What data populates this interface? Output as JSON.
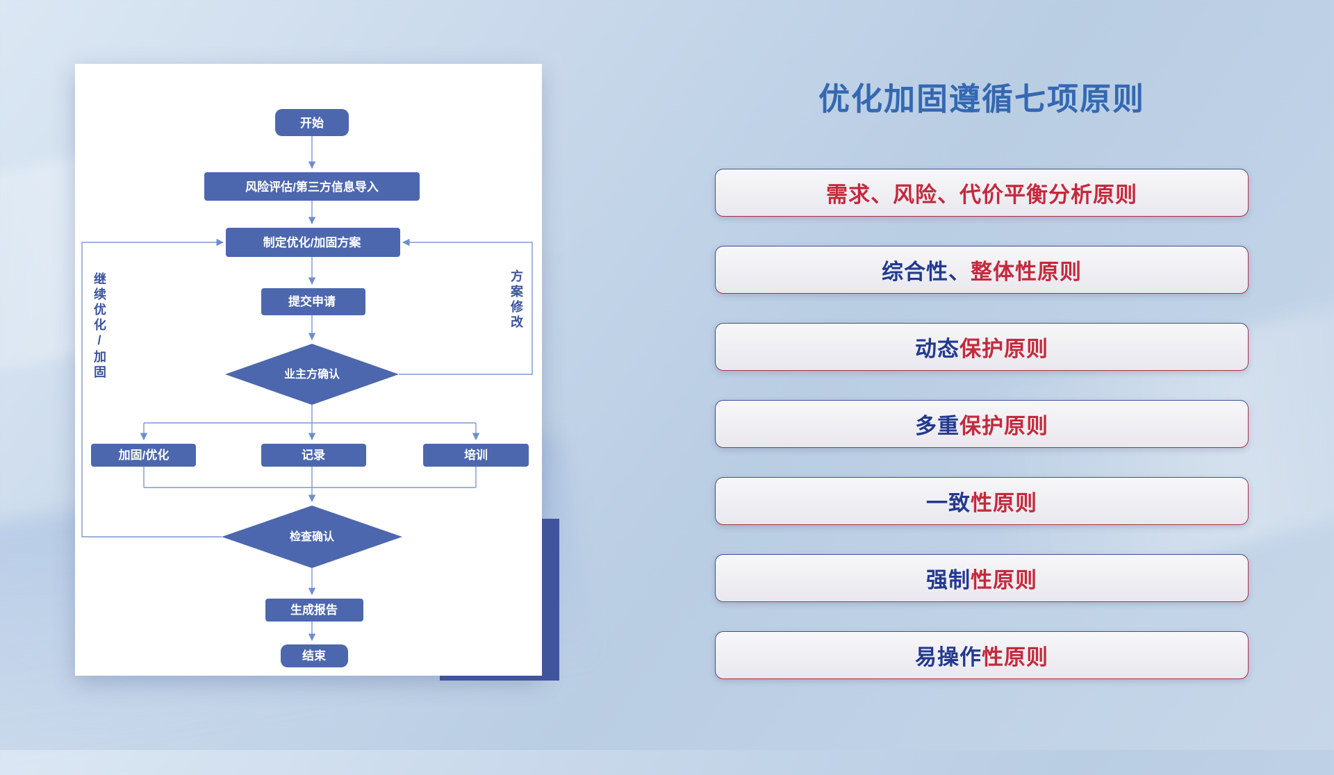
{
  "title": "优化加固遵循七项原则",
  "flowchart": {
    "nodes": {
      "start": {
        "label": "开始"
      },
      "risk": {
        "label": "风险评估/第三方信息导入"
      },
      "plan": {
        "label": "制定优化/加固方案"
      },
      "submit": {
        "label": "提交申请"
      },
      "owner_confirm": {
        "label": "业主方确认"
      },
      "harden": {
        "label": "加固/优化"
      },
      "record": {
        "label": "记录"
      },
      "training": {
        "label": "培训"
      },
      "check_confirm": {
        "label": "检查确认"
      },
      "report": {
        "label": "生成报告"
      },
      "end": {
        "label": "结束"
      }
    },
    "edge_labels": {
      "continue_loop": "继续优化/加固",
      "plan_revision": "方案修改"
    }
  },
  "principles": [
    {
      "segments": [
        {
          "text": "需求、风险、代价平衡分析原则",
          "color": "red"
        }
      ]
    },
    {
      "segments": [
        {
          "text": "综合性、",
          "color": "blue"
        },
        {
          "text": "整体性原则",
          "color": "red"
        }
      ]
    },
    {
      "segments": [
        {
          "text": "动态",
          "color": "blue"
        },
        {
          "text": "保护原则",
          "color": "red"
        }
      ]
    },
    {
      "segments": [
        {
          "text": "多重",
          "color": "blue"
        },
        {
          "text": "保护原则",
          "color": "red"
        }
      ]
    },
    {
      "segments": [
        {
          "text": "一致",
          "color": "blue"
        },
        {
          "text": "性原则",
          "color": "red"
        }
      ]
    },
    {
      "segments": [
        {
          "text": "强制",
          "color": "blue"
        },
        {
          "text": "性原则",
          "color": "red"
        }
      ]
    },
    {
      "segments": [
        {
          "text": "易操作",
          "color": "blue"
        },
        {
          "text": "性原则",
          "color": "red"
        }
      ]
    }
  ],
  "colors": {
    "red": "#c4293d",
    "blue": "#23398f",
    "title_blue": "#3468b1",
    "node_fill": "#4c67ad",
    "edge_blue": "#7b97cf"
  }
}
